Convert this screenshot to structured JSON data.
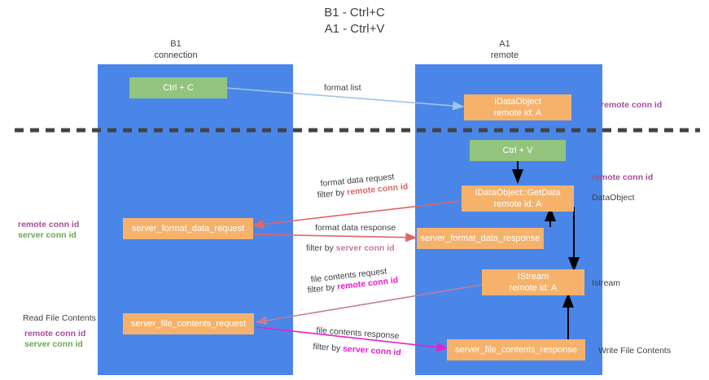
{
  "title": {
    "line1": "B1 - Ctrl+C",
    "line2": "A1 - Ctrl+V"
  },
  "columns": [
    {
      "name": "B1",
      "sub": "connection"
    },
    {
      "name": "A1",
      "sub": "remote"
    }
  ],
  "colors": {
    "lane": "#4a86e8",
    "green_node": "#93c47d",
    "orange_node": "#f6b26b",
    "divider": "#434343",
    "arrow_blue": "#9fc5e8",
    "arrow_red": "#e06666",
    "arrow_black": "#000000",
    "arrow_magenta": "#c27ba0",
    "arrow_pink": "#e91fc8",
    "text_purple": "#a64d9a",
    "text_green": "#6aa84f",
    "text_dark": "#3c4043"
  },
  "nodes": {
    "ctrl_c": {
      "label": "Ctrl + C"
    },
    "idataobject": {
      "line1": "IDataObject",
      "line2": "remote id: A"
    },
    "ctrl_v": {
      "label": "Ctrl + V"
    },
    "getdata": {
      "line1": "IDataObject::GetData",
      "line2": "remote id: A"
    },
    "server_format_data_request": {
      "label": "server_format_data_request"
    },
    "server_format_data_response": {
      "label": "server_format_data_response"
    },
    "istream": {
      "line1": "IStream",
      "line2": "remote id: A"
    },
    "server_file_contents_request": {
      "label": "server_file_contents_request"
    },
    "server_file_contents_response": {
      "label": "server_file_contents_response"
    }
  },
  "edge_labels": {
    "format_list": "format list",
    "format_data_request": "format data request",
    "format_data_request_filter_prefix": "filter by ",
    "format_data_request_filter_key": "remote conn id",
    "format_data_response": "format data response",
    "format_data_response_filter_prefix": "filter by ",
    "format_data_response_filter_key": "server conn id",
    "file_contents_request": "file contents request",
    "file_contents_request_filter_prefix": "filter by ",
    "file_contents_request_filter_key": "remote conn id",
    "file_contents_response": "file contents response",
    "file_contents_response_filter_prefix": "filter by ",
    "file_contents_response_filter_key": "server conn id"
  },
  "annotations": {
    "right_remote_conn_id_top": "remote conn id",
    "right_remote_conn_id_mid": "remote conn id",
    "right_dataobject": "DataObject",
    "right_istream": "Istream",
    "right_write_file_contents": "Write File Contents",
    "left_remote_conn_id_mid": "remote conn id",
    "left_server_conn_id_mid": "server conn id",
    "left_read_file_contents": "Read File Contents",
    "left_remote_conn_id_bottom": "remote conn id",
    "left_server_conn_id_bottom": "server conn id"
  }
}
